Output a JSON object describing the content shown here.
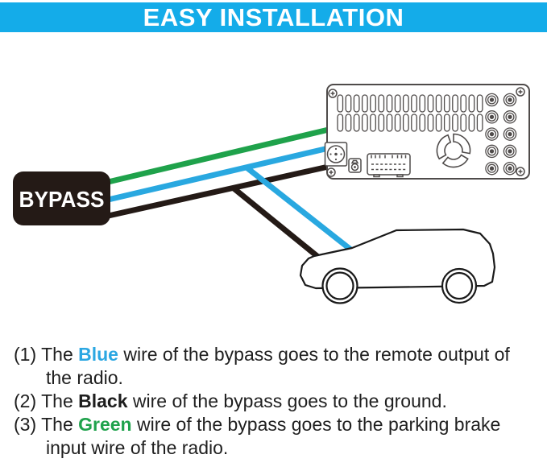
{
  "header": {
    "title": "EASY INSTALLATION",
    "background_color": "#14ace9"
  },
  "colors": {
    "wire_green": "#1fa24b",
    "wire_blue": "#29a8e0",
    "wire_black": "#241a16",
    "bypass_box_fill": "#241a16",
    "bypass_label_color": "#ffffff",
    "radio_outline": "#4f4b4a",
    "car_outline": "#1a1a1a"
  },
  "diagram": {
    "bypass_label": "BYPASS",
    "radio": {
      "vent_rows": 2,
      "vents_per_row": 18,
      "rca_columns": 2,
      "rca_rows": 5
    }
  },
  "instructions": [
    {
      "num": "(1)",
      "pre": " The ",
      "word": "Blue",
      "color": "#2ba7e2",
      "post": " wire of the bypass goes to the remote output of the radio."
    },
    {
      "num": "(2)",
      "pre": " The ",
      "word": "Black",
      "color": "#1d1d1d",
      "post": " wire of the bypass goes to the ground."
    },
    {
      "num": "(3)",
      "pre": " The ",
      "word": "Green",
      "color": "#1fa24c",
      "post": " wire of the bypass goes to the parking brake input wire of the radio."
    }
  ]
}
